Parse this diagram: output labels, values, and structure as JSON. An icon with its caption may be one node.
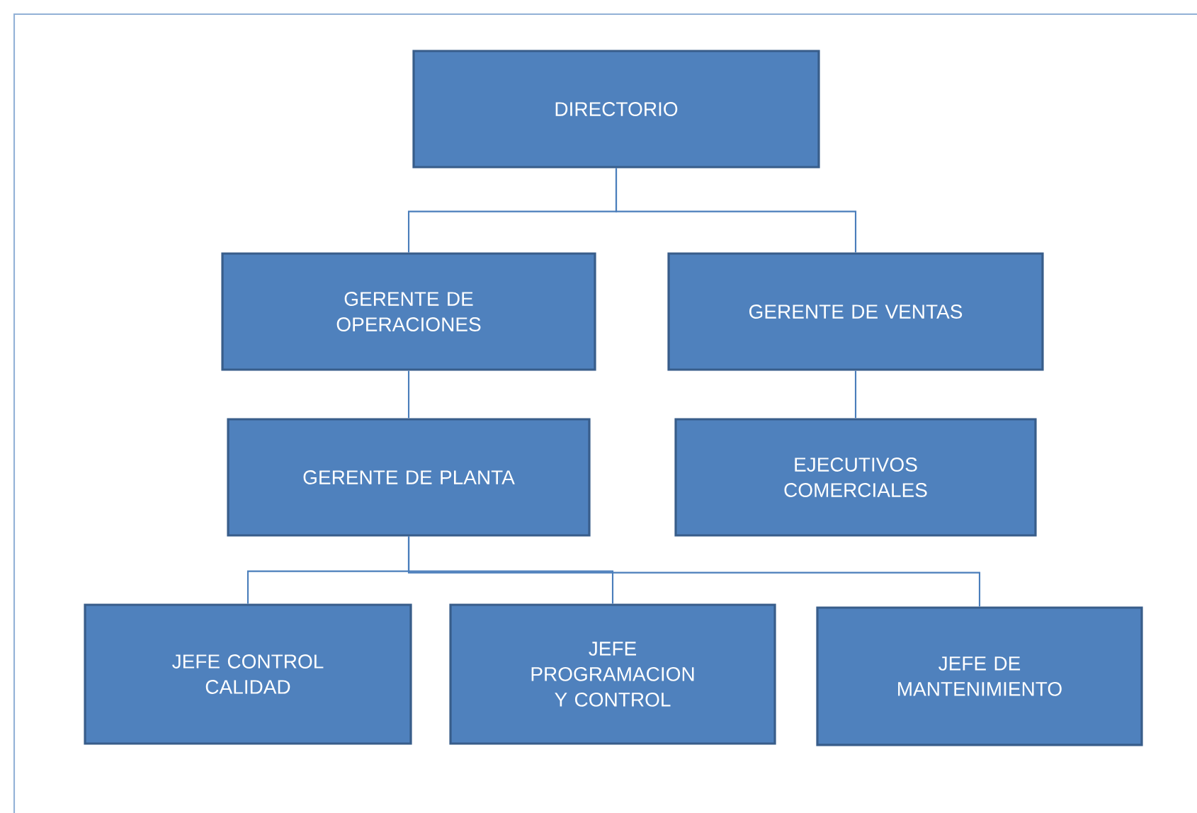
{
  "diagram": {
    "nodes": [
      {
        "text": [
          "DIRECTORIO"
        ]
      },
      {
        "text": [
          "GERENTE DE OPERACIONES"
        ]
      },
      {
        "text": [
          "GERENTE DE VENTAS"
        ]
      },
      {
        "text": [
          "GERENTE DE PLANTA"
        ]
      },
      {
        "text": [
          "EJECUTIVOS COMERCIALES"
        ]
      },
      {
        "text": [
          "JEFE CONTROL CALIDAD"
        ]
      },
      {
        "text": [
          "JEFE PROGRAMACION Y CONTROL"
        ]
      },
      {
        "text": [
          "JEFE DE MANTENIMIENTO"
        ]
      }
    ],
    "edges": [
      {
        "from": 0,
        "to": 1,
        "arrow": "none"
      },
      {
        "from": 0,
        "to": 2,
        "arrow": "none"
      },
      {
        "from": 1,
        "to": 3,
        "arrow": "none"
      },
      {
        "from": 2,
        "to": 4,
        "arrow": "none"
      },
      {
        "from": 3,
        "to": 5,
        "arrow": "none"
      },
      {
        "from": 3,
        "to": 6,
        "arrow": "none"
      },
      {
        "from": 3,
        "to": 7,
        "arrow": "none"
      }
    ]
  }
}
